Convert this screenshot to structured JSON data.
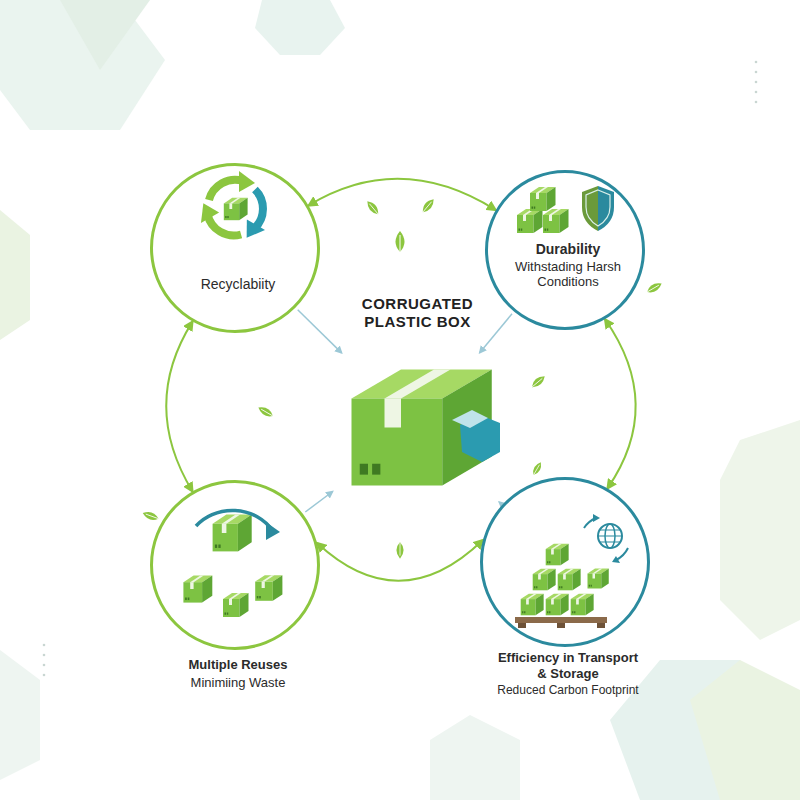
{
  "diagram": {
    "nodes": [
      {
        "text": [
          "Recyclabiity"
        ]
      },
      {
        "text": [
          "Durability",
          "Withstading Harsh Conditions"
        ]
      },
      {
        "text": [
          "CORRUGATED PLASTIC BOX"
        ]
      },
      {
        "text": [
          "Multiple Reuses",
          "Minimiing Waste"
        ]
      },
      {
        "text": [
          "Efficiency in Transport & Storage",
          "Reduced Carbon Footprint"
        ]
      }
    ],
    "edges": [
      {
        "from": 0,
        "to": 1,
        "arrow": "both"
      },
      {
        "from": 0,
        "to": 3,
        "arrow": "both"
      },
      {
        "from": 1,
        "to": 4,
        "arrow": "both"
      },
      {
        "from": 3,
        "to": 4,
        "arrow": "both"
      },
      {
        "from": 0,
        "to": 2,
        "arrow": "to"
      },
      {
        "from": 1,
        "to": 2,
        "arrow": "to"
      },
      {
        "from": 3,
        "to": 2,
        "arrow": "to"
      },
      {
        "from": 4,
        "to": 2,
        "arrow": "to"
      }
    ]
  }
}
